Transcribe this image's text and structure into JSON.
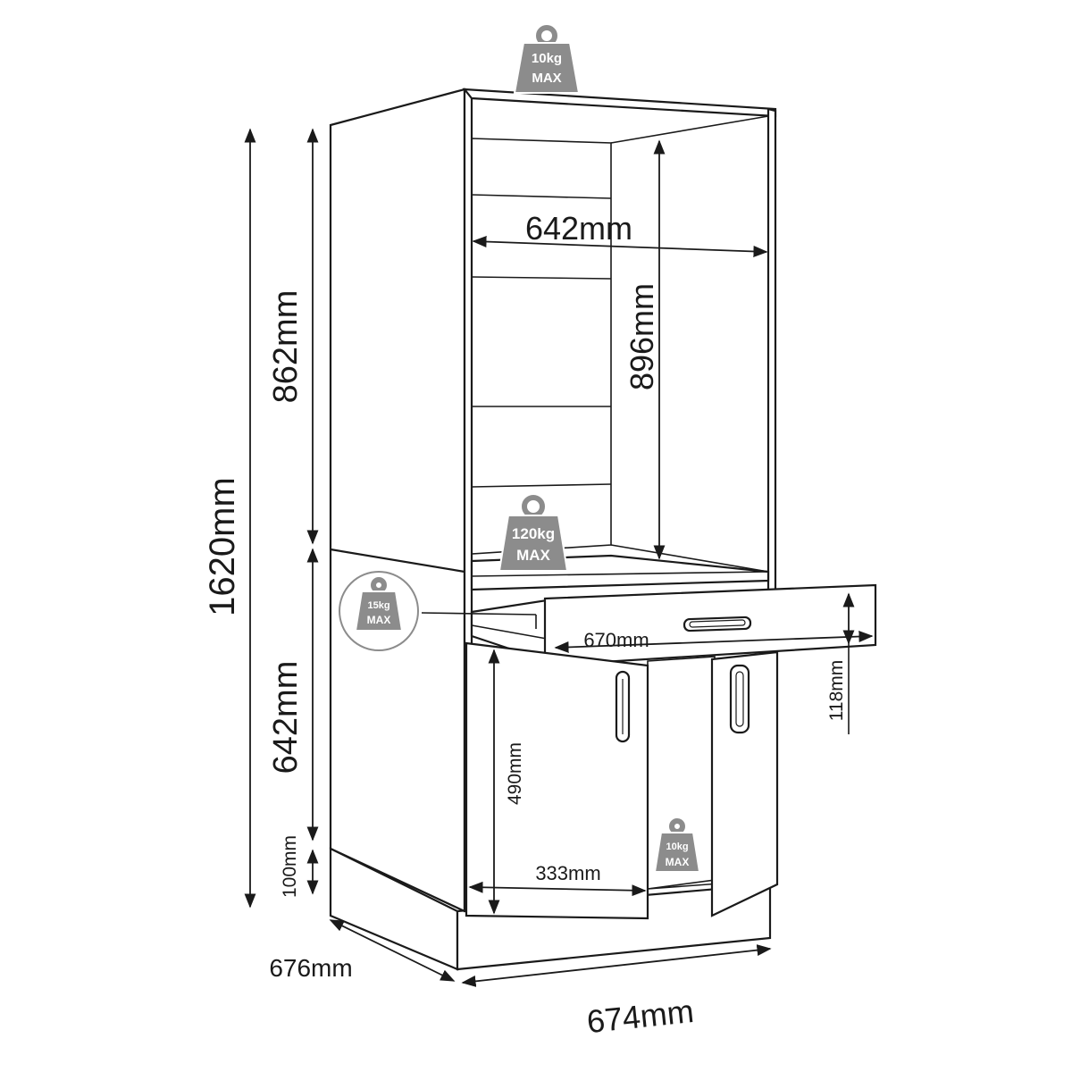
{
  "dimensions": {
    "total_height": "1620mm",
    "upper_section_height": "862mm",
    "lower_section_height": "642mm",
    "plinth_height": "100mm",
    "depth": "676mm",
    "width": "674mm",
    "inner_width": "642mm",
    "inner_height": "896mm",
    "drawer_width": "670mm",
    "drawer_height": "118mm",
    "door_height": "490mm",
    "door_width": "333mm"
  },
  "load_labels": {
    "top": {
      "weight": "10kg",
      "max": "MAX"
    },
    "oven_shelf": {
      "weight": "120kg",
      "max": "MAX"
    },
    "drawer": {
      "weight": "15kg",
      "max": "MAX"
    },
    "lower_shelf": {
      "weight": "10kg",
      "max": "MAX"
    }
  },
  "colors": {
    "line": "#1a1a1a",
    "weight_icon": "#8c8c8c",
    "background": "#ffffff"
  }
}
